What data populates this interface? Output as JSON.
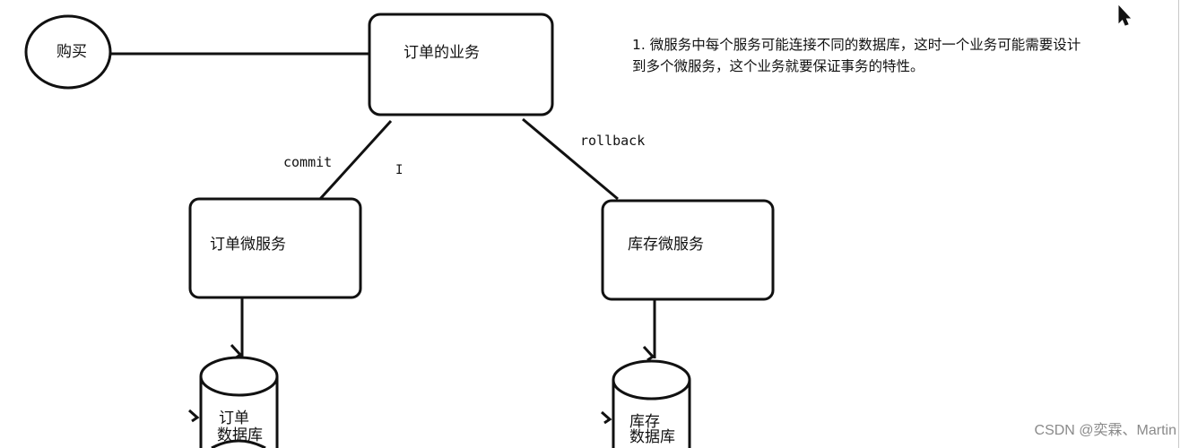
{
  "nodes": {
    "buy": "购买",
    "order_business": "订单的业务",
    "order_service": "订单微服务",
    "stock_service": "库存微服务",
    "order_db": [
      "订单",
      "数据库"
    ],
    "stock_db": [
      "库存",
      "数据库"
    ]
  },
  "edges": {
    "commit": "commit",
    "rollback": "rollback",
    "cursor_glyph": "I"
  },
  "note": {
    "line1": "1. 微服务中每个服务可能连接不同的数据库，这时一个业务可能需要设计",
    "line2": "到多个微服务，这个业务就要保证事务的特性。"
  },
  "watermark": "CSDN @奕霖、Martin",
  "colors": {
    "stroke": "#111111",
    "background": "#ffffff",
    "watermark": "#8a8a8a"
  },
  "icons": {
    "cursor": "mouse-pointer-icon"
  }
}
